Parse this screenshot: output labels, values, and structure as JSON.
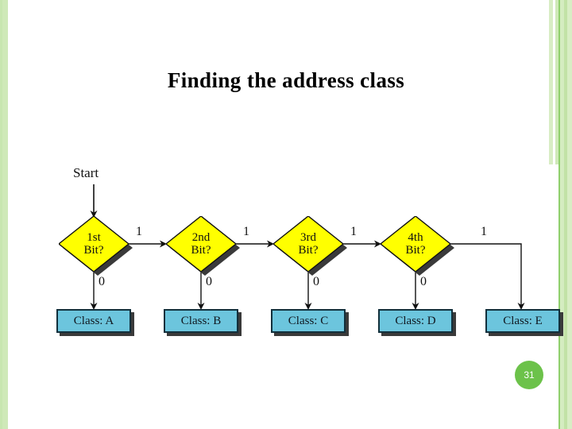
{
  "slide": {
    "title": "Finding the address class",
    "page_number": "31",
    "background_color": "#ffffff",
    "accent_green": "#6cc24a",
    "band_green": "#c8e6b0"
  },
  "flowchart": {
    "start_label": "Start",
    "decision_color": "#ffff00",
    "terminal_color": "#6cc5dd",
    "decisions": [
      {
        "line1": "1st",
        "line2": "Bit?",
        "yes_label": "1",
        "no_label": "0"
      },
      {
        "line1": "2nd",
        "line2": "Bit?",
        "yes_label": "1",
        "no_label": "0"
      },
      {
        "line1": "3rd",
        "line2": "Bit?",
        "yes_label": "1",
        "no_label": "0"
      },
      {
        "line1": "4th",
        "line2": "Bit?",
        "yes_label": "1",
        "no_label": "0"
      }
    ],
    "outcomes": [
      {
        "label": "Class: A"
      },
      {
        "label": "Class: B"
      },
      {
        "label": "Class: C"
      },
      {
        "label": "Class: D"
      },
      {
        "label": "Class: E"
      }
    ]
  }
}
